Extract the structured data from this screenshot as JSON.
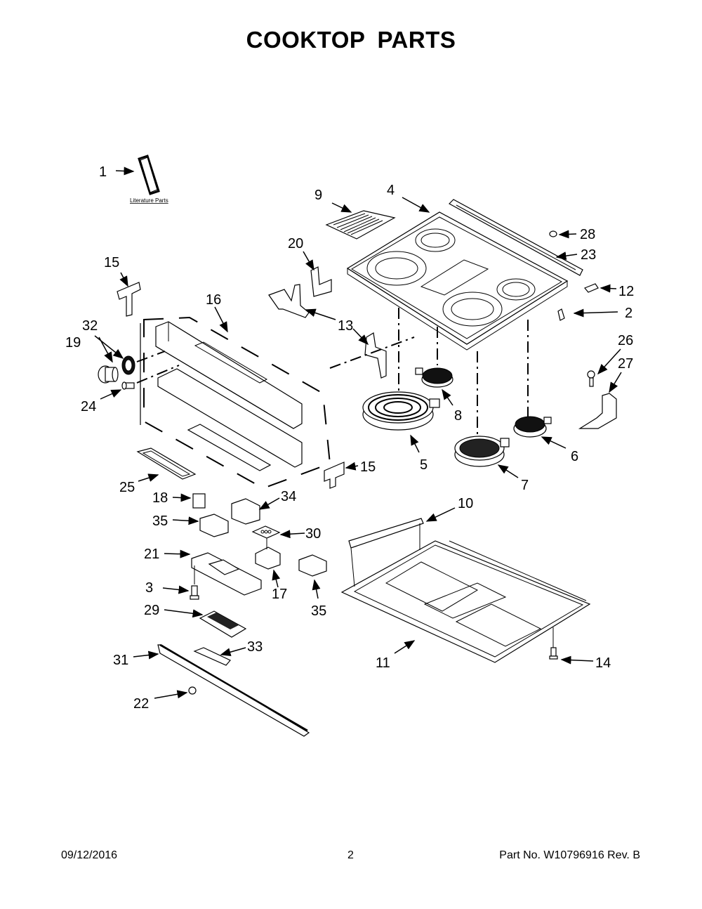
{
  "page": {
    "title": "COOKTOP PARTS",
    "footer": {
      "date": "09/12/2016",
      "page_number": "2",
      "part_number": "Part No.  W10796916  Rev.  B"
    }
  },
  "diagram": {
    "literature_label": "Literature Parts",
    "callouts": {
      "c1": "1",
      "c2": "2",
      "c3": "3",
      "c4": "4",
      "c5": "5",
      "c6": "6",
      "c7": "7",
      "c8": "8",
      "c9": "9",
      "c10": "10",
      "c11": "11",
      "c12": "12",
      "c13": "13",
      "c14": "14",
      "c15a": "15",
      "c15b": "15",
      "c16": "16",
      "c17": "17",
      "c18": "18",
      "c19": "19",
      "c20": "20",
      "c21": "21",
      "c22": "22",
      "c23": "23",
      "c24": "24",
      "c25": "25",
      "c26": "26",
      "c27": "27",
      "c28": "28",
      "c29": "29",
      "c30": "30",
      "c31": "31",
      "c32": "32",
      "c33": "33",
      "c34": "34",
      "c35a": "35",
      "c35b": "35"
    }
  }
}
